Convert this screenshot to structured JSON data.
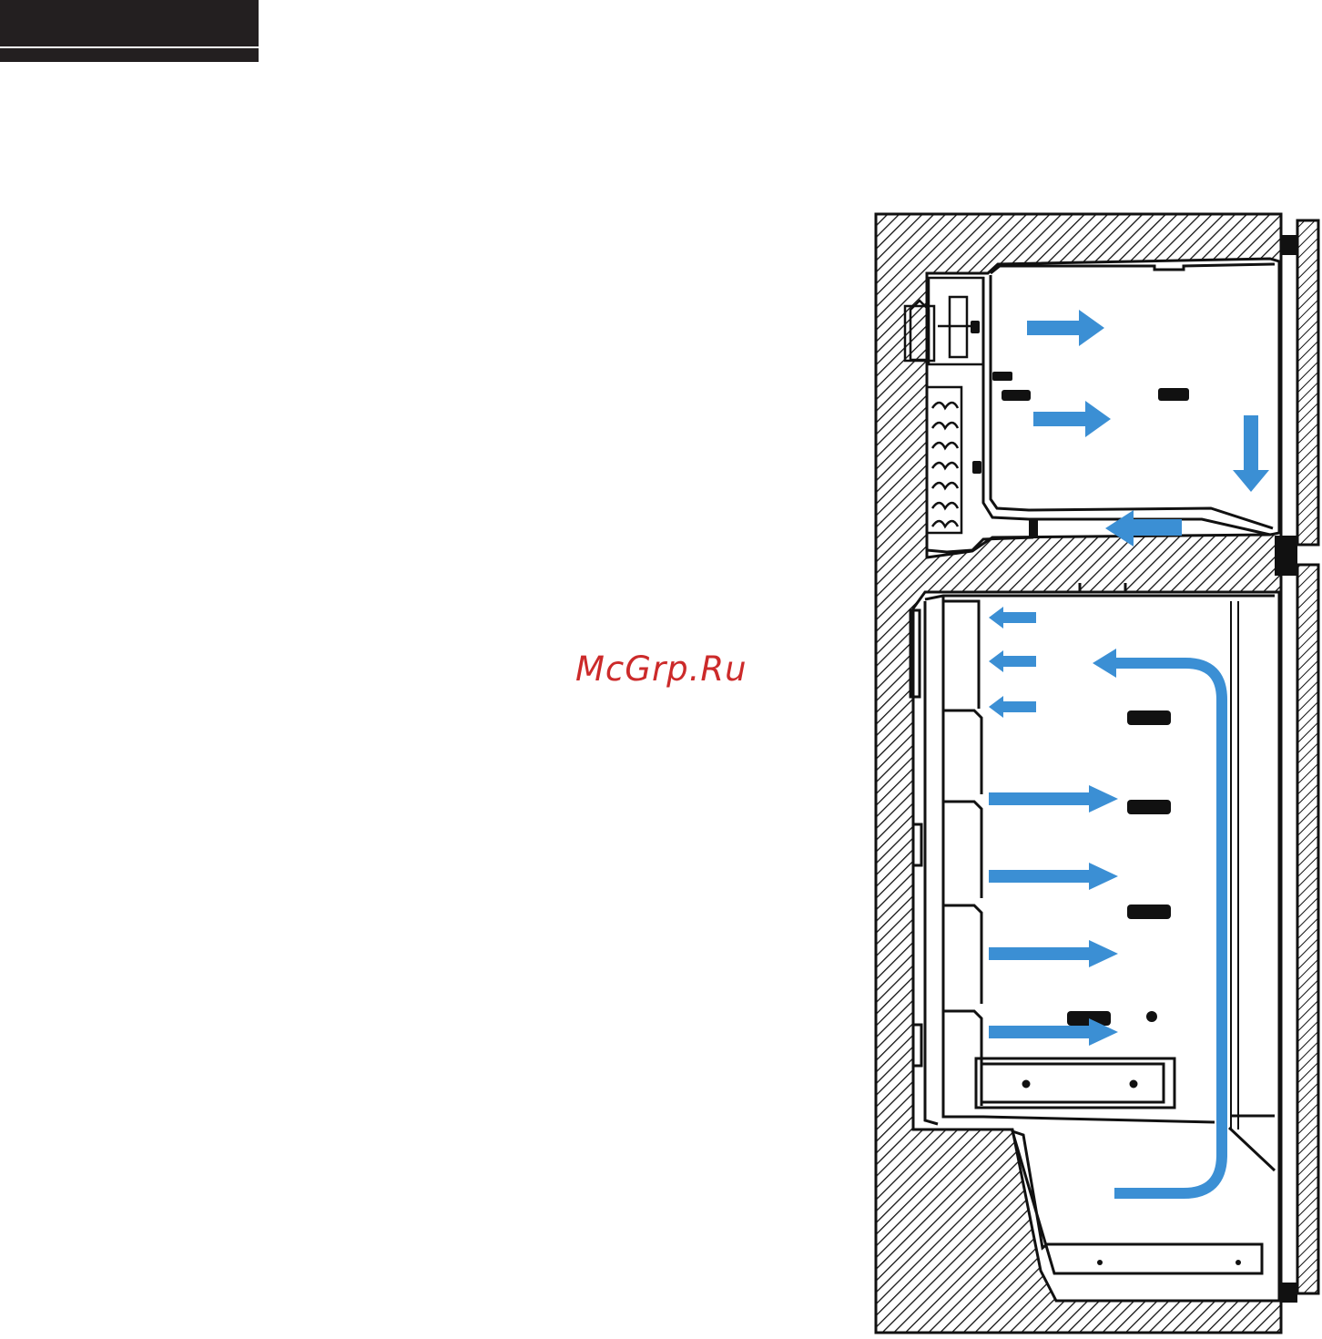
{
  "watermark": {
    "text": "McGrp.Ru"
  },
  "colors": {
    "header_bar": "#231f20",
    "outline": "#111111",
    "airflow_arrow": "#3b8fd4",
    "watermark": "#cc2a2a"
  },
  "diagram": {
    "subject": "refrigerator-side-section",
    "compartments": [
      "freezer",
      "fresh-food"
    ],
    "icons": [
      "airflow-arrow",
      "hatched-insulation",
      "shelf-clip",
      "door"
    ]
  }
}
